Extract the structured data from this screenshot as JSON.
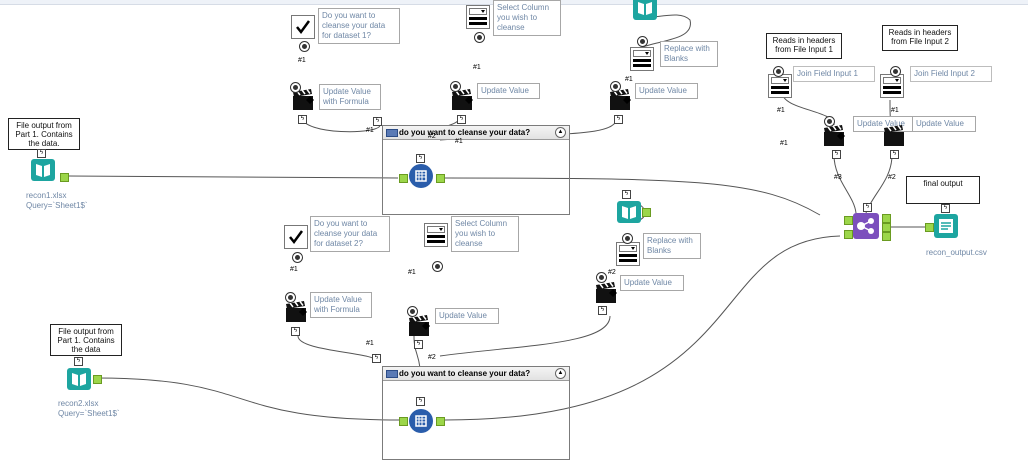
{
  "comments": {
    "file_output_1": "File output from\nPart 1. Contains\nthe data.",
    "file_output_2": "File output from\nPart 1. Contains\nthe data",
    "headers_1": "Reads in headers\nfrom File Input 1",
    "headers_2": "Reads in headers\nfrom File Input 2",
    "final_output": "final output"
  },
  "containers": {
    "top_title": "do you want to cleanse your data?",
    "bottom_title": "do you want to cleanse your data?"
  },
  "labels": {
    "q1": "Do you want to\ncleanse your data\nfor dataset 1?",
    "q2": "Do you want to\ncleanse your data\nfor dataset 2?",
    "select_col_1": "Select Column\nyou wish to\ncleanse",
    "select_col_2": "Select Column\nyou wish to\ncleanse",
    "update_formula_1": "Update Value\nwith Formula",
    "update_formula_2": "Update Value\nwith Formula",
    "update_value_a": "Update Value",
    "update_value_b": "Update Value",
    "update_value_c": "Update Value",
    "update_value_d": "Update Value",
    "update_value_e": "Update Value",
    "update_value_f": "Update Value",
    "replace_blanks_1": "Replace with\nBlanks",
    "replace_blanks_2": "Replace with\nBlanks",
    "join_field_1": "Join Field Input 1",
    "join_field_2": "Join Field Input 2"
  },
  "notes": {
    "input1": "recon1.xlsx\nQuery=`Sheet1$`",
    "input2": "recon2.xlsx\nQuery=`Sheet1$`",
    "output": "recon_output.csv"
  },
  "connections": {
    "h1a": "#1",
    "h1b": "#1",
    "h1c": "#1",
    "h1d": "#1",
    "h2": "#2",
    "h3": "#3",
    "j2": "#2",
    "j1": "#1",
    "b1a": "#1",
    "b1b": "#1",
    "b1c": "#1",
    "b1d": "#1",
    "b2": "#2",
    "c1": "#1",
    "c2": "#2",
    "c3": "#1"
  },
  "colors": {
    "book_icon": "#1da5a0",
    "union_icon": "#2a5dab",
    "join_icon": "#7c4fbd",
    "output_icon": "#1da5a0",
    "label_text": "#6f87a5"
  }
}
